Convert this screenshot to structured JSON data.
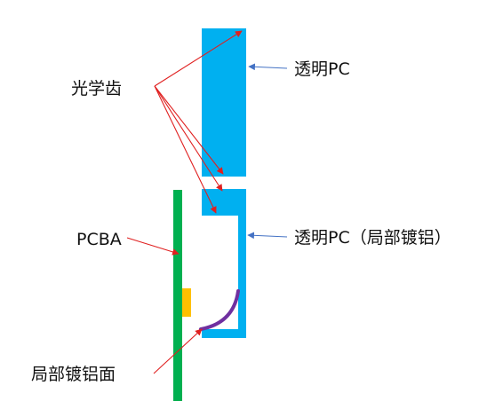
{
  "labels": {
    "optical_teeth": "光学齿",
    "transparent_pc": "透明PC",
    "pcba": "PCBA",
    "transparent_pc_aluminized": "透明PC（局部镀铝）",
    "partial_aluminized_surface": "局部镀铝面"
  },
  "colors": {
    "pc_blue": "#00b0f0",
    "pcba_green": "#00b050",
    "component_yellow": "#ffc000",
    "aluminum_purple": "#7030a0",
    "red_arrow": "#e02020",
    "blue_arrow": "#4472c4",
    "label_text": "#111111"
  }
}
